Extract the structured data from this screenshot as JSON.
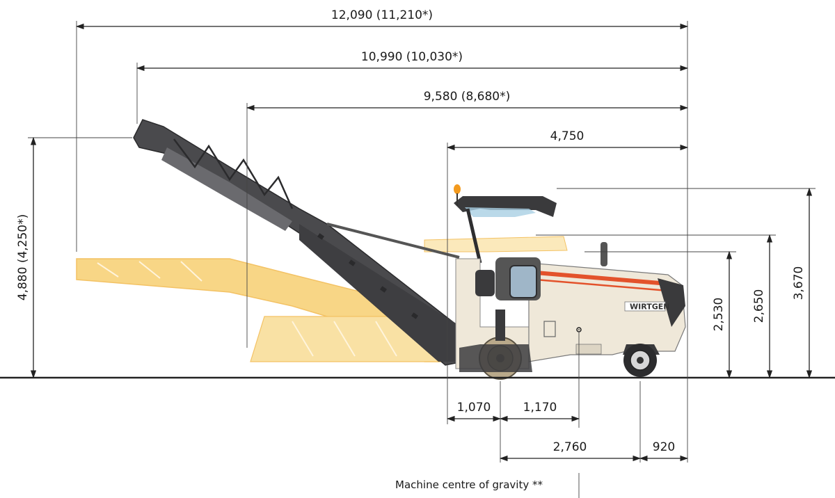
{
  "colors": {
    "ground": "#222222",
    "conveyor_dark": "#4a4a4d",
    "conveyor_ghost": "#f7cf72",
    "machine_body": "#efe8d9",
    "stripe": "#e3522b",
    "accent_light": "#fbe6b0"
  },
  "dimensions": {
    "len_overall": "12,090 (11,210*)",
    "len_mid": "10,990 (10,030*)",
    "len_short": "9,580 (8,680*)",
    "len_machine": "4,750",
    "h_conveyor": "4,880 (4,250*)",
    "h_3670": "3,670",
    "h_2650": "2,650",
    "h_2530": "2,530",
    "b_1070": "1,070",
    "b_1170": "1,170",
    "b_2760": "2,760",
    "b_920": "920"
  },
  "labels": {
    "brand": "WIRTGEN",
    "caption": "Machine centre of gravity **"
  }
}
